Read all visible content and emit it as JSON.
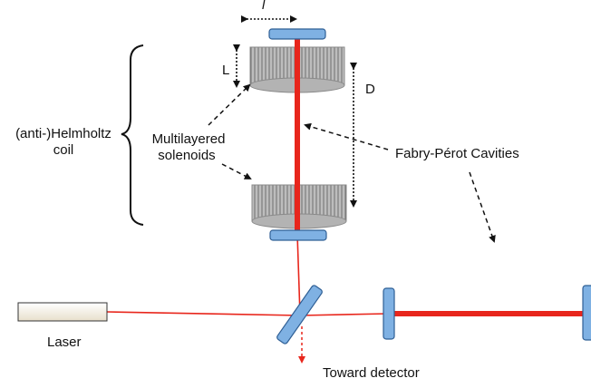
{
  "labels": {
    "length_symbol": "l",
    "solenoid_length_symbol": "L",
    "separation_symbol": "D",
    "helmholtz_line1": "(anti-)Helmholtz",
    "helmholtz_line2": "coil",
    "solenoids_line1": "Multilayered",
    "solenoids_line2": "solenoids",
    "cavities": "Fabry-Pérot Cavities",
    "laser": "Laser",
    "detector": "Toward detector"
  },
  "colors": {
    "beam": "#e8261c",
    "mirror_fill": "#7fb1e3",
    "mirror_stroke": "#2f5f95",
    "coil_fill": "#a6a6a6",
    "coil_lines": "#7c7c7c"
  }
}
